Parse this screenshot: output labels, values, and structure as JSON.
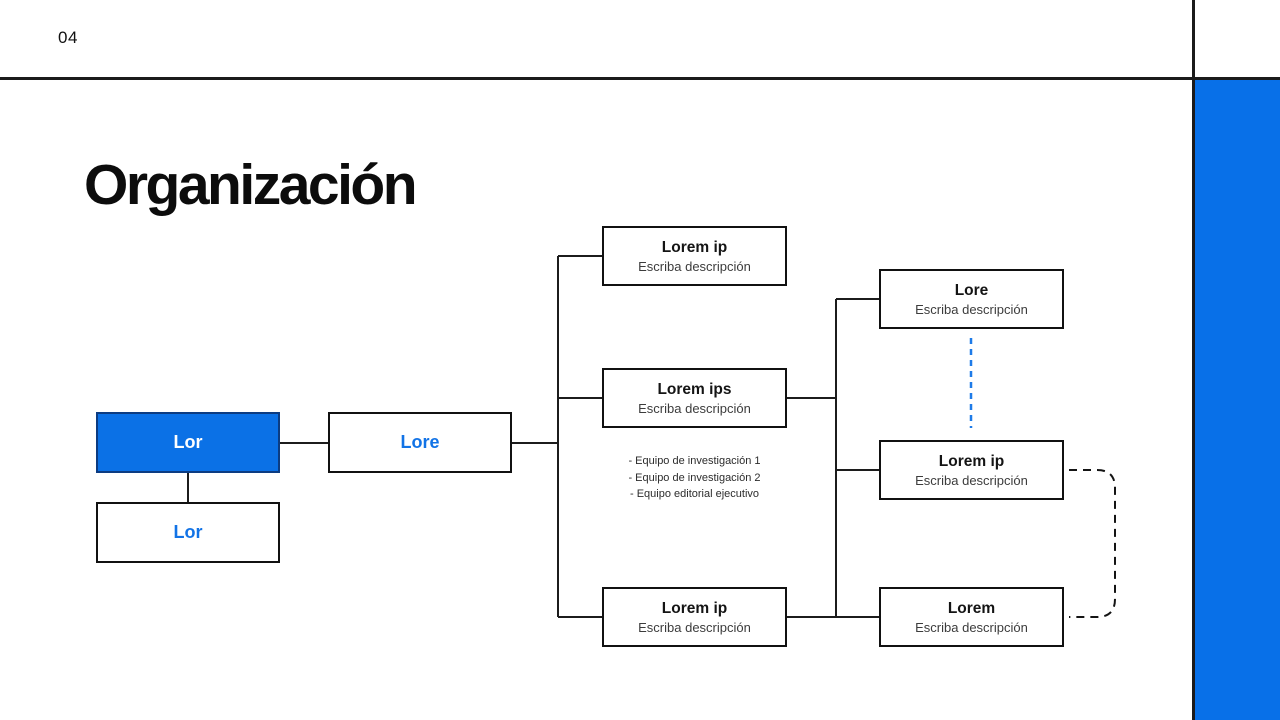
{
  "page": {
    "number": "04",
    "title": "Organización"
  },
  "colors": {
    "accent": "#0870e8",
    "root_node_fill": "#0b71e6",
    "node_label_blue": "#1273e6",
    "dashed_link_blue": "#1e7be8",
    "line_black": "#1c1c1c"
  },
  "chart": {
    "root": {
      "label": "Lor"
    },
    "assistant": {
      "label": "Lor"
    },
    "level2": {
      "label": "Lore"
    },
    "mid_top": {
      "title": "Lorem ip",
      "subtitle": "Escriba descripción"
    },
    "mid_center": {
      "title": "Lorem ips",
      "subtitle": "Escriba descripción"
    },
    "mid_bottom": {
      "title": "Lorem ip",
      "subtitle": "Escriba descripción"
    },
    "right_top": {
      "title": "Lore",
      "subtitle": "Escriba descripción"
    },
    "right_mid": {
      "title": "Lorem ip",
      "subtitle": "Escriba descripción"
    },
    "right_bottom": {
      "title": "Lorem",
      "subtitle": "Escriba descripción"
    },
    "team_list": [
      "- Equipo de investigación 1",
      "- Equipo de investigación 2",
      "- Equipo editorial ejecutivo"
    ]
  }
}
